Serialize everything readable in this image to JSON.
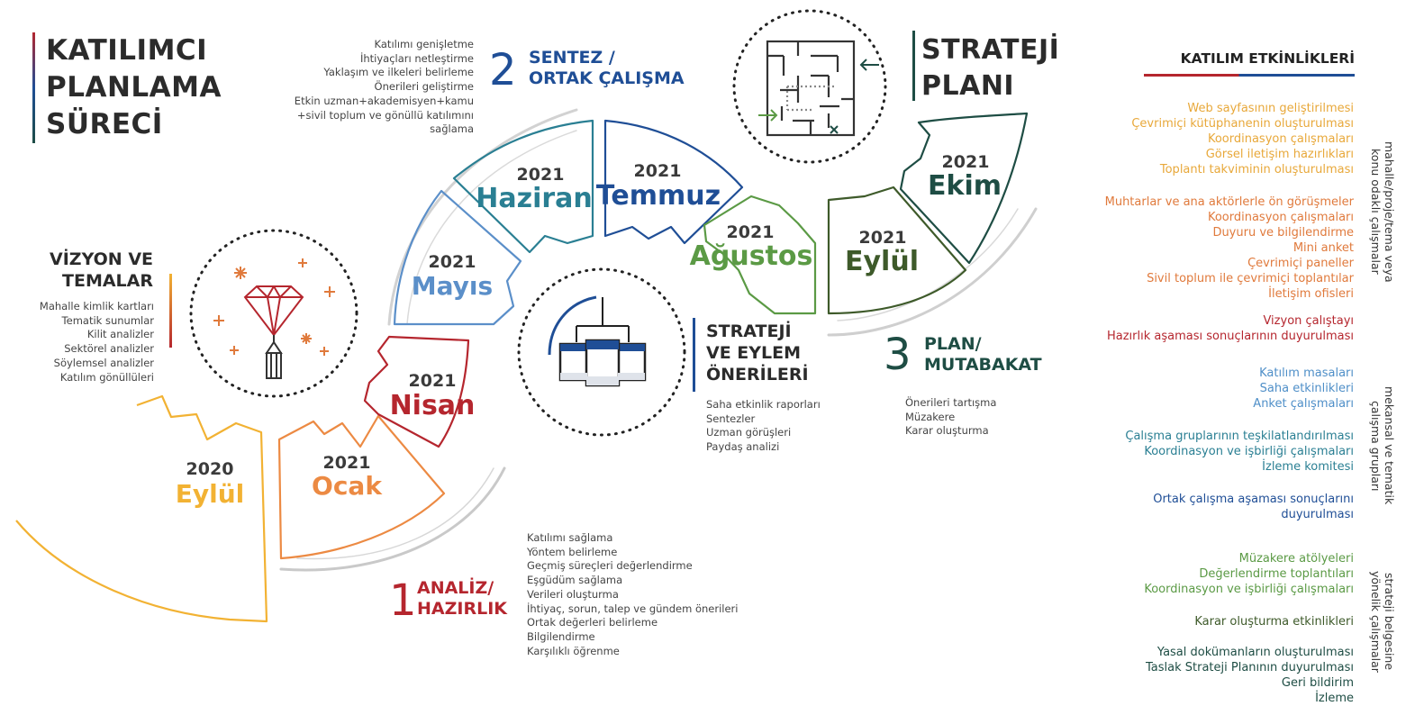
{
  "title": {
    "lines": [
      "KATILIMCI",
      "PLANLAMA",
      "SÜRECİ"
    ]
  },
  "vizyon": {
    "title_lines": [
      "VİZYON VE",
      "TEMALAR"
    ],
    "items": [
      "Mahalle kimlik kartları",
      "Tematik sunumlar",
      "Kilit analizler",
      "Sektörel analizler",
      "Söylemsel analizler",
      "Katılım gönüllüleri"
    ]
  },
  "sentez": {
    "number": "2",
    "title_lines": [
      "SENTEZ /",
      "ORTAK ÇALIŞMA"
    ],
    "items": [
      "Katılımı genişletme",
      "İhtiyaçları netleştirme",
      "Yaklaşım ve ilkeleri belirleme",
      "Önerileri geliştirme",
      "Etkin uzman+akademisyen+kamu",
      "+sivil toplum ve gönüllü katılımını",
      "sağlama"
    ]
  },
  "strateji_plani": {
    "title_lines": [
      "STRATEJİ",
      "PLANI"
    ]
  },
  "strateji_eylem": {
    "title_lines": [
      "STRATEJİ",
      "VE EYLEM",
      "ÖNERİLERİ"
    ],
    "items": [
      "Saha etkinlik raporları",
      "Sentezler",
      "Uzman görüşleri",
      "Paydaş analizi"
    ]
  },
  "plan": {
    "number": "3",
    "title_lines": [
      "PLAN/",
      "MUTABAKAT"
    ],
    "items": [
      "Önerileri tartışma",
      "Müzakere",
      "Karar oluşturma"
    ]
  },
  "analiz": {
    "number": "1",
    "title_lines": [
      "ANALİZ/",
      "HAZIRLIK"
    ],
    "items": [
      "Katılımı sağlama",
      "Yöntem belirleme",
      "Geçmiş süreçleri değerlendirme",
      "Eşgüdüm sağlama",
      "Verileri oluşturma",
      "İhtiyaç, sorun, talep ve gündem önerileri",
      "Ortak değerleri belirleme",
      "Bilgilendirme",
      "Karşılıklı öğrenme"
    ]
  },
  "months": [
    {
      "year": "2020",
      "name": "Eylül",
      "color": "#f2b233"
    },
    {
      "year": "2021",
      "name": "Ocak",
      "color": "#ec8a43"
    },
    {
      "year": "2021",
      "name": "Nisan",
      "color": "#b5262e"
    },
    {
      "year": "2021",
      "name": "Mayıs",
      "color": "#5b8fc9"
    },
    {
      "year": "2021",
      "name": "Haziran",
      "color": "#2a7f93"
    },
    {
      "year": "2021",
      "name": "Temmuz",
      "color": "#1f4e96"
    },
    {
      "year": "2021",
      "name": "Ağustos",
      "color": "#5b9a45"
    },
    {
      "year": "2021",
      "name": "Eylül",
      "color": "#3e5a2a"
    },
    {
      "year": "2021",
      "name": "Ekim",
      "color": "#1e4d44"
    }
  ],
  "etkinlikler": {
    "title": "KATILIM ETKİNLİKLERİ",
    "groups": [
      {
        "color": "#e8a83a",
        "items": [
          "Web sayfasının geliştirilmesi",
          "Çevrimiçi kütüphanenin oluşturulması",
          "Koordinasyon çalışmaları",
          "Görsel iletişim hazırlıkları",
          "Toplantı takviminin oluşturulması"
        ]
      },
      {
        "color": "#e07a3c",
        "items": [
          "Muhtarlar ve ana aktörlerle ön görüşmeler",
          "Koordinasyon çalışmaları",
          "Duyuru ve bilgilendirme",
          "Mini anket",
          "Çevrimiçi paneller",
          "Sivil toplum ile çevrimiçi toplantılar",
          "İletişim ofisleri"
        ]
      },
      {
        "color": "#b5262e",
        "items": [
          "Vizyon çalıştayı",
          "Hazırlık aşaması sonuçlarının duyurulması"
        ]
      },
      {
        "color": "#4f8fc8",
        "items": [
          "Katılım masaları",
          "Saha etkinlikleri",
          "Anket çalışmaları"
        ]
      },
      {
        "color": "#2a7f93",
        "items": [
          "Çalışma gruplarının teşkilatlandırılması",
          "Koordinasyon ve işbirliği çalışmaları",
          "İzleme komitesi"
        ]
      },
      {
        "color": "#1f4e96",
        "items": [
          "Ortak çalışma aşaması sonuçlarını",
          "duyurulması"
        ]
      },
      {
        "color": "#5b9a45",
        "items": [
          "Müzakere atölyeleri",
          "Değerlendirme toplantıları",
          "Koordinasyon ve işbirliği çalışmaları"
        ]
      },
      {
        "color": "#3e5a2a",
        "items": [
          "Karar oluşturma etkinlikleri"
        ]
      },
      {
        "color": "#1e4d44",
        "items": [
          "Yasal dokümanların oluşturulması",
          "Taslak Strateji Planının duyurulması",
          "Geri bildirim",
          "İzleme"
        ]
      }
    ],
    "side_labels": [
      "mahalle/proje/tema veya konu odaklı çalışmalar",
      "mekansal ve tematik çalışma grupları",
      "strateji belgesine yönelik çalışmalar"
    ]
  }
}
